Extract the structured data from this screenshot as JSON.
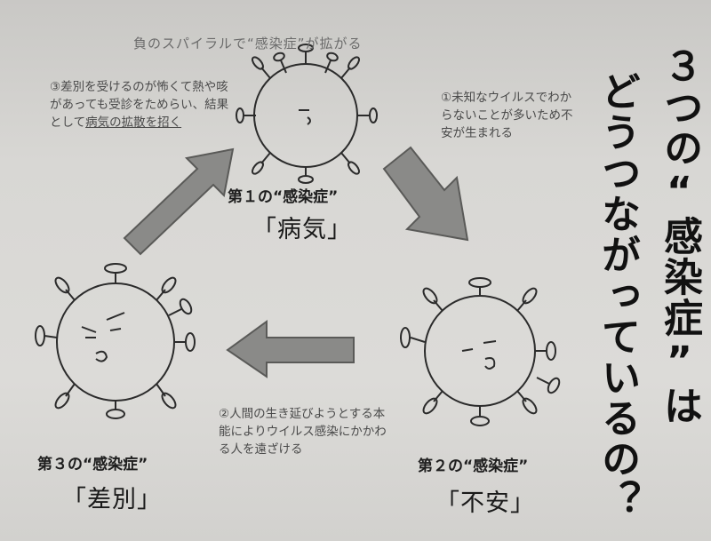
{
  "diagram": {
    "title": "負のスパイラルで“感染症”が拡がる",
    "notes": {
      "note1": "①未知なウイルスでわからないことが多いため不安が生まれる",
      "note2": "②人間の生き延びようとする本能によりウイルス感染にかかわる人を遠ざける",
      "note3_main": "③差別を受けるのが怖くて熱や咳があっても受診をためらい、結果として",
      "note3_underline": "病気の拡散を招く"
    },
    "stages": [
      {
        "small": "第１の“感染症”",
        "big": "「病気」"
      },
      {
        "small": "第２の“感染症”",
        "big": "「不安」"
      },
      {
        "small": "第３の“感染症”",
        "big": "「差別」"
      }
    ]
  },
  "heading": {
    "line1": "３つの“感染症”は",
    "line2": "どうつながっているの？"
  },
  "colors": {
    "arrow_fill": "#8a8a88",
    "arrow_stroke": "#5a5a58",
    "line": "#2b2b2b"
  }
}
